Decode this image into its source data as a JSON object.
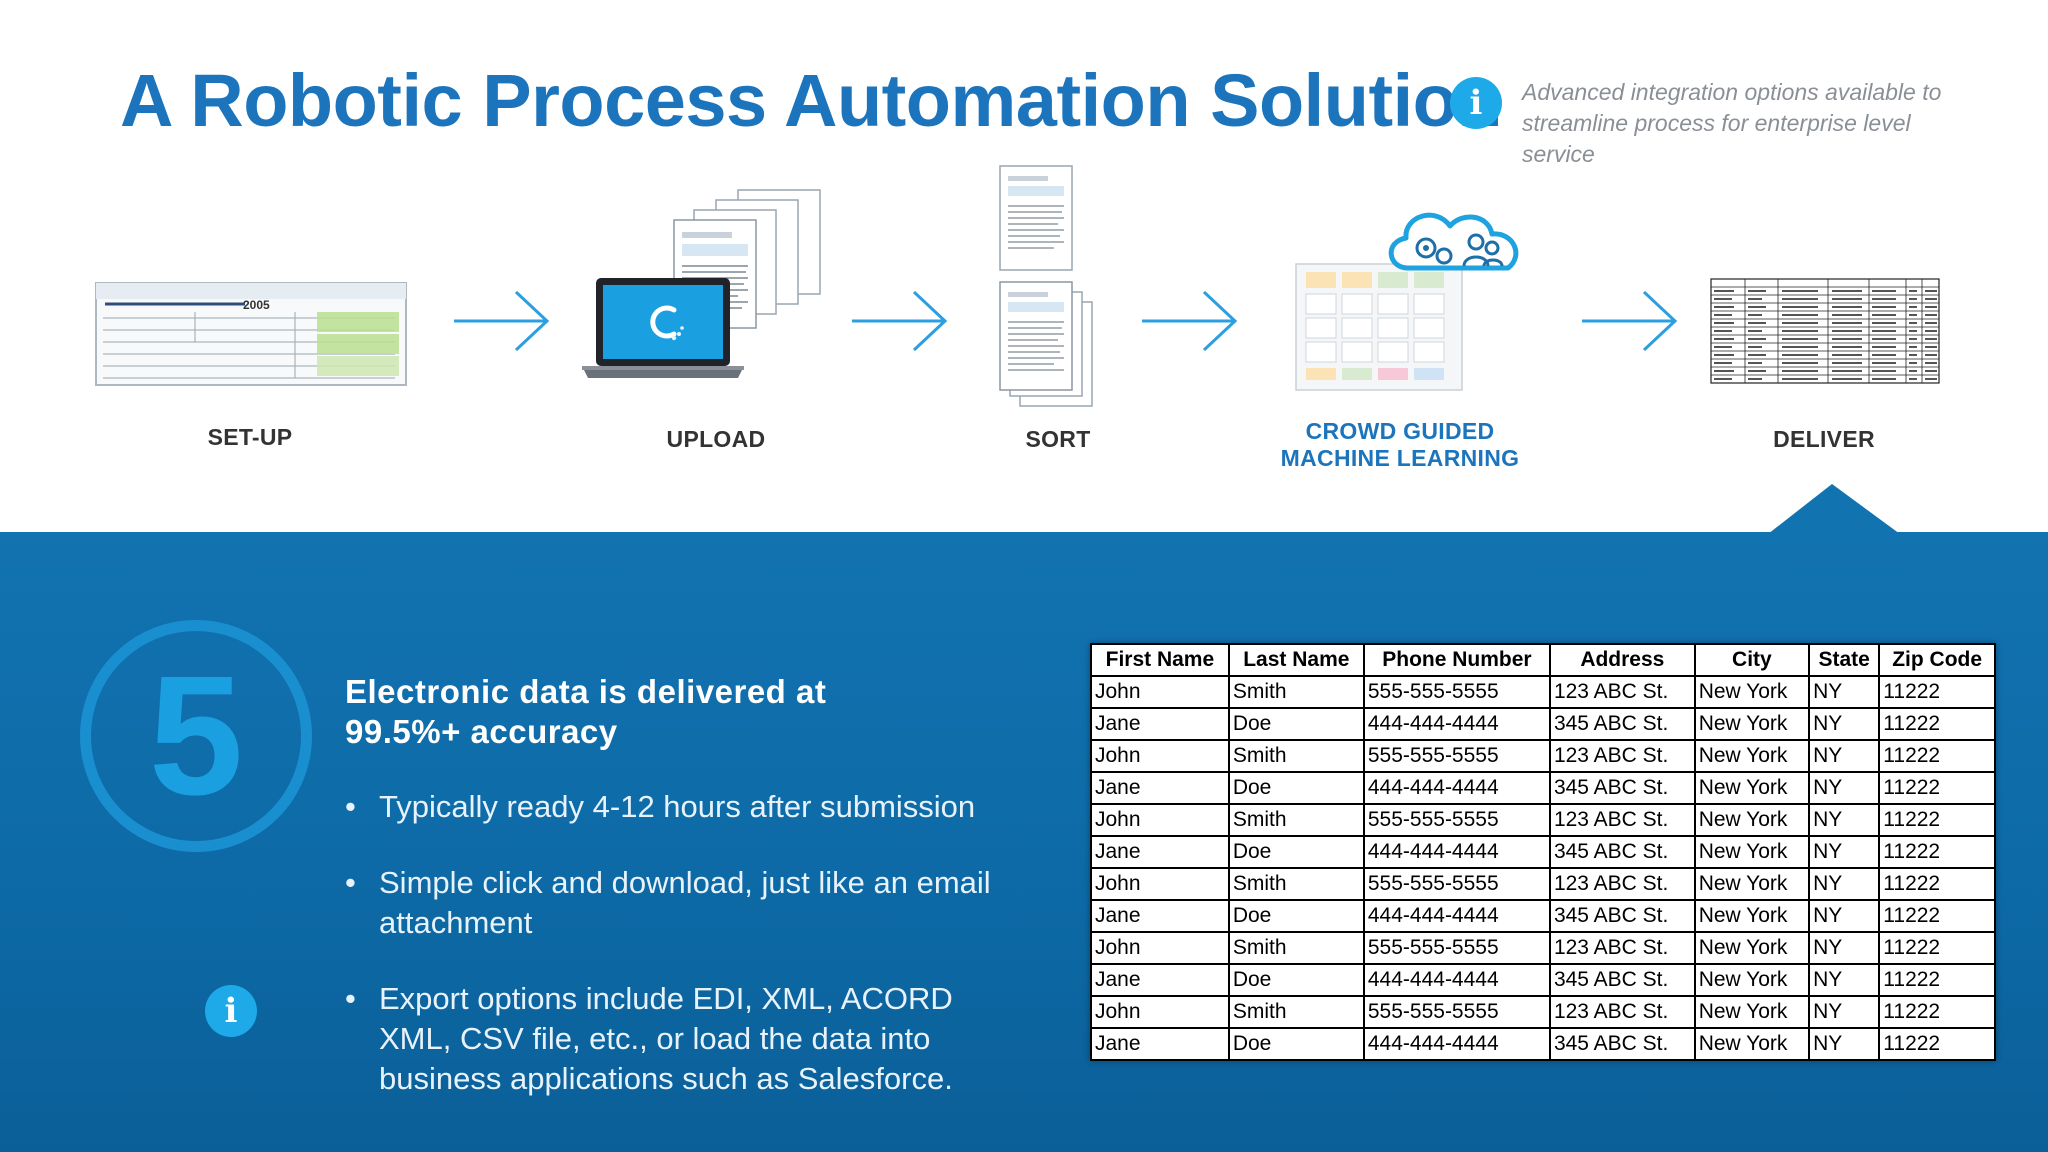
{
  "title": "A Robotic Process Automation Solution",
  "note": "Advanced integration options available to streamline process for enterprise level service",
  "info_glyph": "i",
  "steps": [
    {
      "label": "SET-UP",
      "icon": "tax-form-icon"
    },
    {
      "label": "UPLOAD",
      "icon": "laptop-upload-icon"
    },
    {
      "label": "SORT",
      "icon": "sorted-documents-icon"
    },
    {
      "label": "CROWD GUIDED\nMACHINE LEARNING",
      "icon": "cloud-machine-learning-icon"
    },
    {
      "label": "DELIVER",
      "icon": "spreadsheet-icon"
    }
  ],
  "step_number": "5",
  "heading": "Electronic data is delivered at 99.5%+ accuracy",
  "bullets": [
    "Typically ready 4-12 hours after submission",
    "Simple click and download, just like an email attachment",
    "Export options include EDI, XML, ACORD XML, CSV file, etc., or load the data into business applications such as Salesforce."
  ],
  "table": {
    "headers": [
      "First Name",
      "Last Name",
      "Phone Number",
      "Address",
      "City",
      "State",
      "Zip Code"
    ],
    "rows": [
      [
        "John",
        "Smith",
        "555-555-5555",
        "123 ABC St.",
        "New York",
        "NY",
        "11222"
      ],
      [
        "Jane",
        "Doe",
        "444-444-4444",
        "345 ABC St.",
        "New York",
        "NY",
        "11222"
      ],
      [
        "John",
        "Smith",
        "555-555-5555",
        "123 ABC St.",
        "New York",
        "NY",
        "11222"
      ],
      [
        "Jane",
        "Doe",
        "444-444-4444",
        "345 ABC St.",
        "New York",
        "NY",
        "11222"
      ],
      [
        "John",
        "Smith",
        "555-555-5555",
        "123 ABC St.",
        "New York",
        "NY",
        "11222"
      ],
      [
        "Jane",
        "Doe",
        "444-444-4444",
        "345 ABC St.",
        "New York",
        "NY",
        "11222"
      ],
      [
        "John",
        "Smith",
        "555-555-5555",
        "123 ABC St.",
        "New York",
        "NY",
        "11222"
      ],
      [
        "Jane",
        "Doe",
        "444-444-4444",
        "345 ABC St.",
        "New York",
        "NY",
        "11222"
      ],
      [
        "John",
        "Smith",
        "555-555-5555",
        "123 ABC St.",
        "New York",
        "NY",
        "11222"
      ],
      [
        "Jane",
        "Doe",
        "444-444-4444",
        "345 ABC St.",
        "New York",
        "NY",
        "11222"
      ],
      [
        "John",
        "Smith",
        "555-555-5555",
        "123 ABC St.",
        "New York",
        "NY",
        "11222"
      ],
      [
        "Jane",
        "Doe",
        "444-444-4444",
        "345 ABC St.",
        "New York",
        "NY",
        "11222"
      ]
    ]
  },
  "colors": {
    "title": "#1c75bc",
    "accent": "#1eaae8",
    "band": "#0d6aa6"
  }
}
